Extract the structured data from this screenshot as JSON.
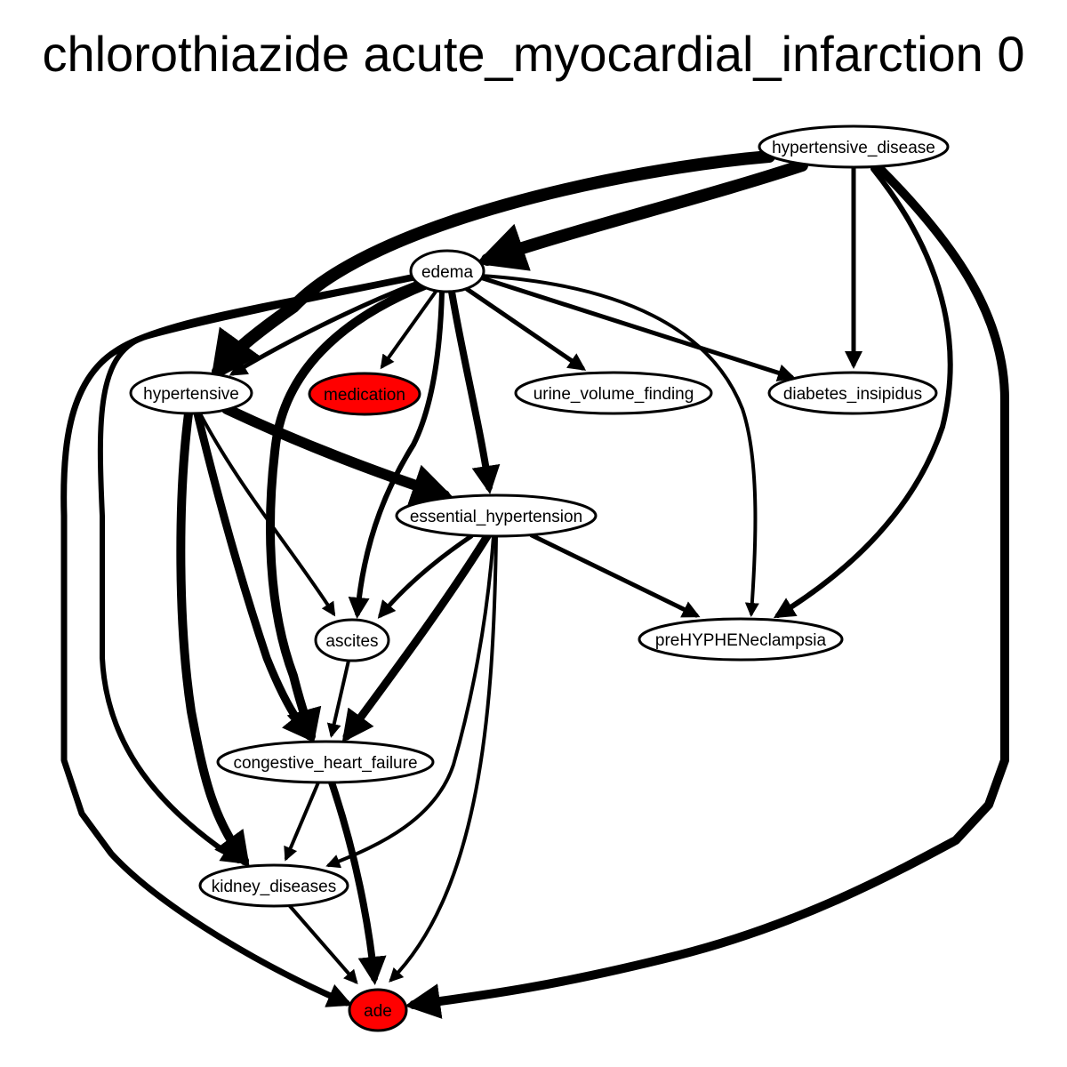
{
  "title": "chlorothiazide acute_myocardial_infarction 0",
  "colors": {
    "highlight": "#ff0000",
    "default_fill": "#ffffff",
    "stroke": "#000000"
  },
  "nodes": [
    {
      "id": "hypertensive_disease",
      "label": "hypertensive_disease",
      "highlight": false
    },
    {
      "id": "edema",
      "label": "edema",
      "highlight": false
    },
    {
      "id": "hypertensive",
      "label": "hypertensive",
      "highlight": false
    },
    {
      "id": "medication",
      "label": "medication",
      "highlight": true
    },
    {
      "id": "urine_volume_finding",
      "label": "urine_volume_finding",
      "highlight": false
    },
    {
      "id": "diabetes_insipidus",
      "label": "diabetes_insipidus",
      "highlight": false
    },
    {
      "id": "essential_hypertension",
      "label": "essential_hypertension",
      "highlight": false
    },
    {
      "id": "ascites",
      "label": "ascites",
      "highlight": false
    },
    {
      "id": "preHYPHENeclampsia",
      "label": "preHYPHENeclampsia",
      "highlight": false
    },
    {
      "id": "congestive_heart_failure",
      "label": "congestive_heart_failure",
      "highlight": false
    },
    {
      "id": "kidney_diseases",
      "label": "kidney_diseases",
      "highlight": false
    },
    {
      "id": "ade",
      "label": "ade",
      "highlight": true
    }
  ],
  "edges": [
    {
      "from": "hypertensive_disease",
      "to": "hypertensive",
      "weight": 14
    },
    {
      "from": "hypertensive_disease",
      "to": "edema",
      "weight": 14
    },
    {
      "from": "hypertensive_disease",
      "to": "diabetes_insipidus",
      "weight": 5
    },
    {
      "from": "hypertensive_disease",
      "to": "preHYPHENeclampsia",
      "weight": 6
    },
    {
      "from": "hypertensive_disease",
      "to": "ade",
      "weight": 10
    },
    {
      "from": "edema",
      "to": "hypertensive",
      "weight": 5
    },
    {
      "from": "edema",
      "to": "medication",
      "weight": 4
    },
    {
      "from": "edema",
      "to": "urine_volume_finding",
      "weight": 5
    },
    {
      "from": "edema",
      "to": "diabetes_insipidus",
      "weight": 5
    },
    {
      "from": "edema",
      "to": "essential_hypertension",
      "weight": 8
    },
    {
      "from": "edema",
      "to": "ascites",
      "weight": 6
    },
    {
      "from": "edema",
      "to": "preHYPHENeclampsia",
      "weight": 4
    },
    {
      "from": "edema",
      "to": "congestive_heart_failure",
      "weight": 10
    },
    {
      "from": "edema",
      "to": "kidney_diseases",
      "weight": 6
    },
    {
      "from": "edema",
      "to": "ade",
      "weight": 7
    },
    {
      "from": "hypertensive",
      "to": "essential_hypertension",
      "weight": 12
    },
    {
      "from": "hypertensive",
      "to": "ascites",
      "weight": 4
    },
    {
      "from": "hypertensive",
      "to": "congestive_heart_failure",
      "weight": 9
    },
    {
      "from": "hypertensive",
      "to": "kidney_diseases",
      "weight": 10
    },
    {
      "from": "essential_hypertension",
      "to": "ascites",
      "weight": 5
    },
    {
      "from": "essential_hypertension",
      "to": "preHYPHENeclampsia",
      "weight": 5
    },
    {
      "from": "essential_hypertension",
      "to": "congestive_heart_failure",
      "weight": 9
    },
    {
      "from": "essential_hypertension",
      "to": "kidney_diseases",
      "weight": 4
    },
    {
      "from": "essential_hypertension",
      "to": "ade",
      "weight": 4
    },
    {
      "from": "ascites",
      "to": "congestive_heart_failure",
      "weight": 4
    },
    {
      "from": "congestive_heart_failure",
      "to": "kidney_diseases",
      "weight": 4
    },
    {
      "from": "congestive_heart_failure",
      "to": "ade",
      "weight": 8
    },
    {
      "from": "kidney_diseases",
      "to": "ade",
      "weight": 4
    }
  ]
}
